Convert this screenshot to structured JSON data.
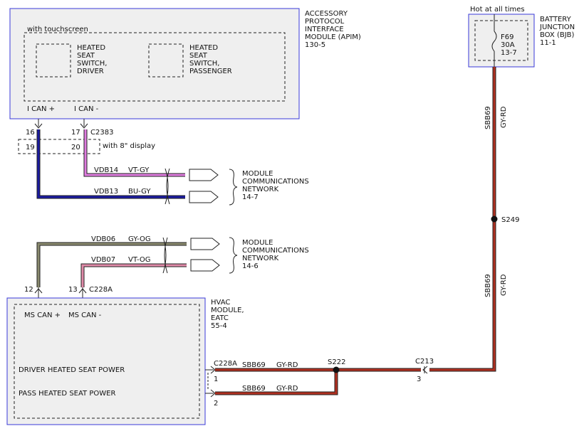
{
  "colors": {
    "box_fill": "#efefef",
    "box_border": "#3a3ad8",
    "wire_vt_gy": "#e07ce0",
    "wire_bu_gy": "#1a1aa0",
    "wire_gy_og": "#8a8a6e",
    "wire_vt_og": "#e08aa8",
    "wire_gy_rd": "#b03020"
  },
  "apim": {
    "name_lines": [
      "ACCESSORY",
      "PROTOCOL",
      "INTERFACE",
      "MODULE (APIM)",
      "130-5"
    ],
    "option_label": "with touchscreen",
    "switch_driver_lines": [
      "HEATED",
      "SEAT",
      "SWITCH,",
      "DRIVER"
    ],
    "switch_passenger_lines": [
      "HEATED",
      "SEAT",
      "SWITCH,",
      "PASSENGER"
    ],
    "can_plus": "I CAN +",
    "can_minus": "I CAN -",
    "pin_plus": "16",
    "pin_minus": "17",
    "connector": "C2383",
    "alt_pin_plus": "19",
    "alt_pin_minus": "20",
    "alt_label": "with 8\" display"
  },
  "bjb": {
    "hot_label": "Hot at all times",
    "name_lines": [
      "BATTERY",
      "JUNCTION",
      "BOX (BJB)",
      "11-1"
    ],
    "fuse_lines": [
      "F69",
      "30A",
      "13-7"
    ]
  },
  "network_top": {
    "wire1_circuit": "VDB14",
    "wire1_color": "VT-GY",
    "wire2_circuit": "VDB13",
    "wire2_color": "BU-GY",
    "label_lines": [
      "MODULE",
      "COMMUNICATIONS",
      "NETWORK",
      "14-7"
    ]
  },
  "network_bottom": {
    "wire1_circuit": "VDB06",
    "wire1_color": "GY-OG",
    "wire2_circuit": "VDB07",
    "wire2_color": "VT-OG",
    "label_lines": [
      "MODULE",
      "COMMUNICATIONS",
      "NETWORK",
      "14-6"
    ]
  },
  "hvac": {
    "pin_plus": "12",
    "pin_minus": "13",
    "connector": "C228A",
    "name_lines": [
      "HVAC",
      "MODULE,",
      "EATC",
      "55-4"
    ],
    "can_plus": "MS CAN +",
    "can_minus": "MS CAN -",
    "driver_power": "DRIVER HEATED SEAT POWER",
    "pass_power": "PASS HEATED SEAT POWER",
    "out_connector": "C228A",
    "out_pin1": "1",
    "out_pin2": "2"
  },
  "power_feed": {
    "circuit_upper": "SBB69",
    "color_upper": "GY-RD",
    "splice_upper": "S249",
    "circuit_lower": "SBB69",
    "color_lower": "GY-RD",
    "splice_lower": "S222",
    "inline_connector": "C213",
    "inline_pin": "3",
    "row1_circuit": "SBB69",
    "row1_color": "GY-RD",
    "row2_circuit": "SBB69",
    "row2_color": "GY-RD"
  }
}
